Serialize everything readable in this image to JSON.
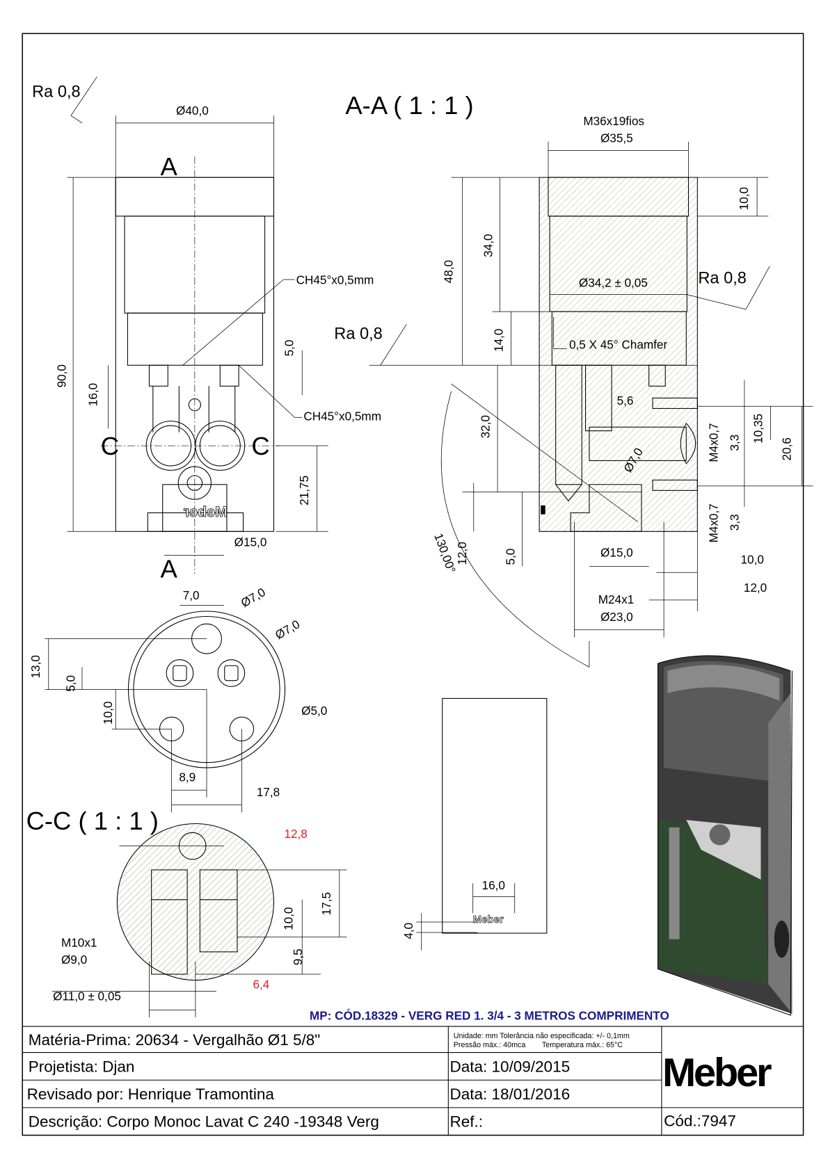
{
  "drawing": {
    "section_aa_title": "A-A ( 1 : 1 )",
    "section_cc_title": "C-C ( 1 : 1 )",
    "section_marker": "A",
    "section_marker_c": "C",
    "dimensions": [
      "Ra 0,8",
      "Ø40,0",
      "90,0",
      "16,0",
      "5,0",
      "CH45°x0,5mm",
      "CH45°x0,5mm",
      "21,75",
      "Ø15,0",
      "M36x19fios",
      "Ø35,5",
      "10,0",
      "48,0",
      "34,0",
      "Ø34,2 ± 0,05",
      "Ra 0,8",
      "Ra 0,8",
      "14,0",
      "0,5 X 45° Chamfer",
      "32,0",
      "5,6",
      "Ø7,0",
      "M4x0,7",
      "3,3",
      "10,35",
      "20,6",
      "M4x0,7",
      "3,3",
      "130,00°",
      "12,0",
      "5,0",
      "Ø15,0",
      "10,0",
      "12,0",
      "M24x1",
      "Ø23,0",
      "7,0",
      "Ø7,0",
      "Ø7,0",
      "13,0",
      "5,0",
      "10,0",
      "Ø5,0",
      "8,9",
      "17,8",
      "12,8",
      "17,5",
      "10,0",
      "9,5",
      "M10x1",
      "Ø9,0",
      "6,4",
      "Ø11,0 ± 0,05",
      "16,0",
      "4,0"
    ],
    "engraving": "Meber",
    "red_color": "#e02020",
    "mp_note": "MP: CÓD.18329 - VERG RED 1. 3/4  -  3 METROS COMPRIMENTO",
    "mp_color": "#1a1a8c"
  },
  "title_block": {
    "materia_prima_label": "Matéria-Prima:",
    "materia_prima_value": "20634 - Vergalhão Ø1 5/8\"",
    "notes_line1": "Unidade: mm Tolerância não especificada: +/- 0,1mm",
    "notes_line2": "Pressão máx.: 40mca        Temperatura máx.: 65°C",
    "projetista_label": "Projetista:",
    "projetista_value": "Djan",
    "data1_label": "Data:",
    "data1_value": "10/09/2015",
    "revisado_label": "Revisado por:",
    "revisado_value": "Henrique Tramontina",
    "data2_label": "Data:",
    "data2_value": "18/01/2016",
    "descricao_label": "Descrição:",
    "descricao_value": "Corpo Monoc Lavat C 240 -19348 Verg",
    "ref_label": "Ref.:",
    "ref_value": "",
    "cod_label": "Cód.:",
    "cod_value": "7947",
    "logo": "Meber"
  }
}
